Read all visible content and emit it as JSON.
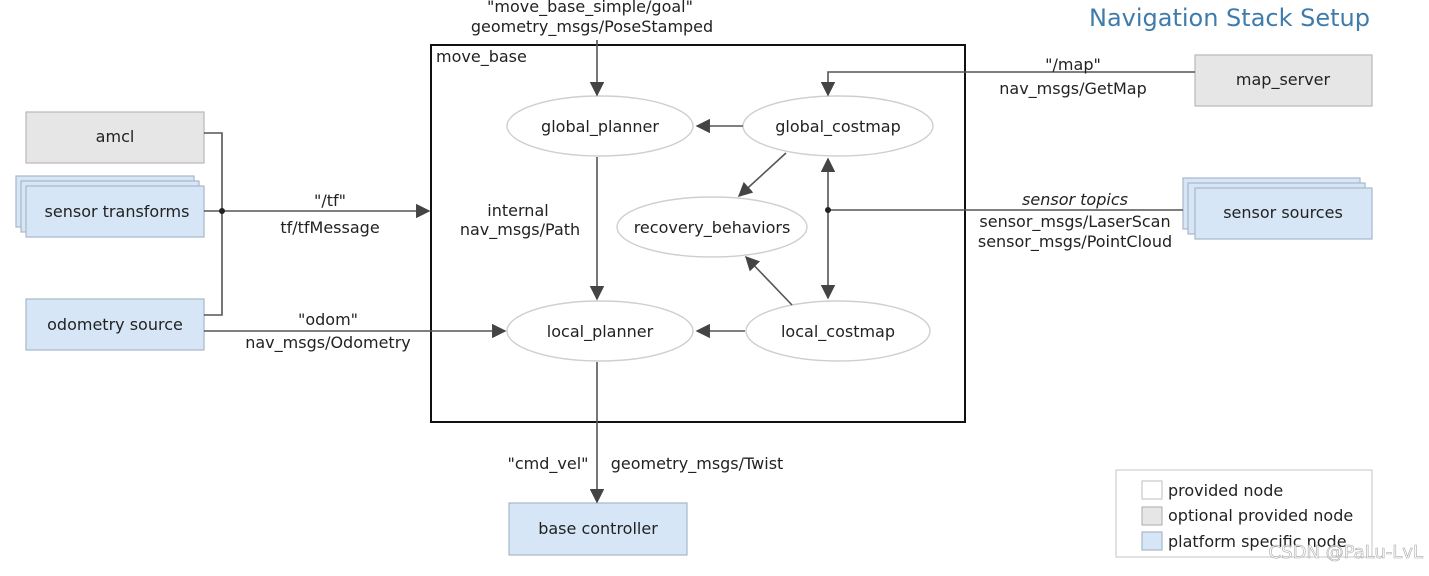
{
  "title": "Navigation Stack Setup",
  "container_label": "move_base",
  "nodes": {
    "amcl": "amcl",
    "sensor_transforms": "sensor transforms",
    "odometry_source": "odometry source",
    "map_server": "map_server",
    "sensor_sources": "sensor sources",
    "base_controller": "base controller",
    "global_planner": "global_planner",
    "global_costmap": "global_costmap",
    "recovery_behaviors": "recovery_behaviors",
    "local_planner": "local_planner",
    "local_costmap": "local_costmap"
  },
  "edge_labels": {
    "goal_topic": "\"move_base_simple/goal\"",
    "goal_type": "geometry_msgs/PoseStamped",
    "map_topic": "\"/map\"",
    "map_type": "nav_msgs/GetMap",
    "tf_topic": "\"/tf\"",
    "tf_type": "tf/tfMessage",
    "odom_topic": "\"odom\"",
    "odom_type": "nav_msgs/Odometry",
    "sensor_topics": "sensor topics",
    "laser_type": "sensor_msgs/LaserScan",
    "pointcloud_type": "sensor_msgs/PointCloud",
    "internal": "internal",
    "path_type": "nav_msgs/Path",
    "cmd_vel_topic": "\"cmd_vel\"",
    "twist_type": "geometry_msgs/Twist"
  },
  "legend": {
    "provided": "provided node",
    "optional": "optional provided node",
    "platform": "platform specific node"
  },
  "watermark": "CSDN @PaLu-LvL",
  "colors": {
    "provided": "#ffffff",
    "optional": "#e6e6e6",
    "platform": "#d6e6f7",
    "title": "#3f7cac"
  }
}
